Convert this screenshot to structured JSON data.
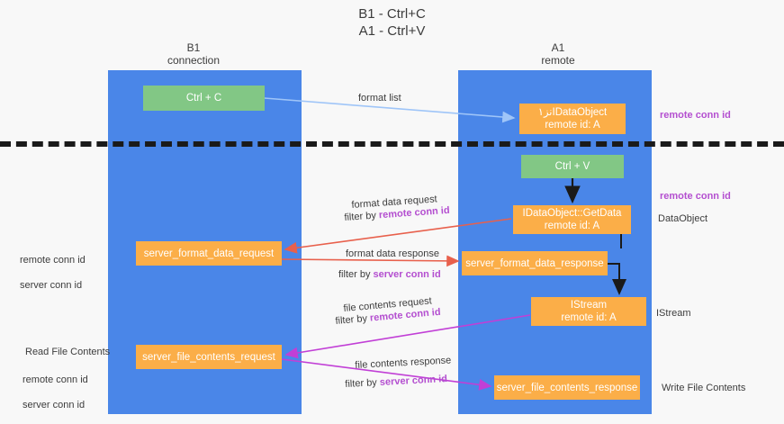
{
  "diagram": {
    "title": "B1 - Ctrl+C\nA1 - Ctrl+V",
    "columns": [
      {
        "name": "b1",
        "label": "B1\nconnection"
      },
      {
        "name": "a1",
        "label": "A1\nremote"
      }
    ],
    "nodes": [
      {
        "id": "ctrl-c",
        "label": "Ctrl + C",
        "color": "#82c785",
        "lane": "b1"
      },
      {
        "id": "idataobject",
        "label": "نز١IDataObject\nremote id: A",
        "color": "#fbae48",
        "lane": "a1"
      },
      {
        "id": "ctrl-v",
        "label": "Ctrl + V",
        "color": "#82c785",
        "lane": "a1"
      },
      {
        "id": "idataobject-getdata",
        "label": "IDataObject::GetData\nremote id: A",
        "color": "#fbae48",
        "lane": "a1"
      },
      {
        "id": "server-format-data-request",
        "label": "server_format_data_request",
        "color": "#fbae48",
        "lane": "b1"
      },
      {
        "id": "server-format-data-response",
        "label": "server_format_data_response",
        "color": "#fbae48",
        "lane": "a1"
      },
      {
        "id": "istream",
        "label": "IStream\nremote id: A",
        "color": "#fbae48",
        "lane": "a1"
      },
      {
        "id": "server-file-contents-request",
        "label": "server_file_contents_request",
        "color": "#fbae48",
        "lane": "b1"
      },
      {
        "id": "server-file-contents-response",
        "label": "server_file_contents_response",
        "color": "#fbae48",
        "lane": "a1"
      }
    ],
    "edge_labels": {
      "format_list": "format list",
      "format_data_request": "format data request",
      "format_data_request_filter_prefix": "filter by ",
      "format_data_request_filter_key": "remote conn id",
      "format_data_response": "format data response",
      "format_data_response_filter_prefix": "filter by ",
      "format_data_response_filter_key": "server conn id",
      "file_contents_request": "file contents request",
      "file_contents_request_filter_prefix": "filter by ",
      "file_contents_request_filter_key": "remote conn id",
      "file_contents_response": "file contents response",
      "file_contents_response_filter_prefix": "filter by ",
      "file_contents_response_filter_key": "server conn id"
    },
    "annotations": {
      "right_remote_conn_id_top": "remote conn id",
      "right_remote_conn_id_mid": "remote conn id",
      "right_dataobject": "DataObject",
      "right_istream": "IStream",
      "right_write_file_contents": "Write File Contents",
      "left_conn_ids_top": "remote conn id\nserver conn id",
      "left_read_file_contents": "Read File Contents",
      "left_conn_ids_bottom": "remote conn id\nserver conn id"
    },
    "colors": {
      "lane": "#4a86e8",
      "green_node": "#82c785",
      "orange_node": "#fbae48",
      "purple_text": "#b44fd0",
      "green_text": "#6aa84f",
      "arrow_blue": "#9fc5f8",
      "arrow_red": "#e8604c",
      "arrow_magenta": "#c13fd6",
      "arrow_black": "#1a1a1a",
      "background": "#f8f8f8"
    }
  }
}
